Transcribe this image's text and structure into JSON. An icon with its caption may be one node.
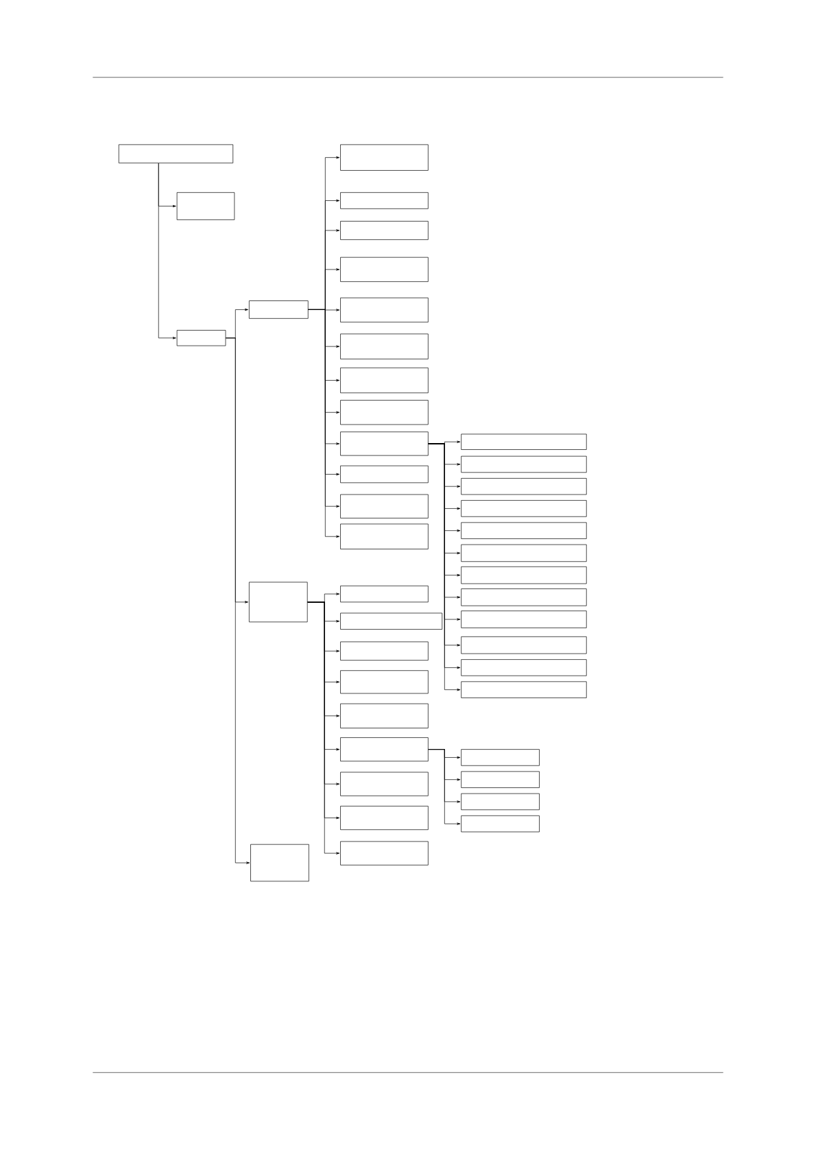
{
  "diagram": {
    "nodes": [
      {
        "text": [],
        "shape": "box"
      },
      {
        "text": [],
        "shape": "box"
      },
      {
        "text": [],
        "shape": "box"
      },
      {
        "text": [],
        "shape": "box"
      },
      {
        "text": [],
        "shape": "box"
      },
      {
        "text": [],
        "shape": "box"
      },
      {
        "text": [],
        "shape": "box"
      },
      {
        "text": [],
        "shape": "box"
      },
      {
        "text": [],
        "shape": "box"
      },
      {
        "text": [],
        "shape": "box"
      },
      {
        "text": [],
        "shape": "box"
      },
      {
        "text": [],
        "shape": "box"
      },
      {
        "text": [],
        "shape": "box"
      },
      {
        "text": [],
        "shape": "box"
      },
      {
        "text": [],
        "shape": "box"
      },
      {
        "text": [],
        "shape": "box"
      },
      {
        "text": [],
        "shape": "box"
      },
      {
        "text": [],
        "shape": "box"
      },
      {
        "text": [],
        "shape": "box"
      },
      {
        "text": [],
        "shape": "box"
      },
      {
        "text": [],
        "shape": "box"
      },
      {
        "text": [],
        "shape": "box"
      },
      {
        "text": [],
        "shape": "box"
      },
      {
        "text": [],
        "shape": "box"
      },
      {
        "text": [],
        "shape": "box"
      },
      {
        "text": [],
        "shape": "box"
      },
      {
        "text": [],
        "shape": "box"
      },
      {
        "text": [],
        "shape": "box"
      },
      {
        "text": [],
        "shape": "box"
      },
      {
        "text": [],
        "shape": "box"
      },
      {
        "text": [],
        "shape": "box"
      },
      {
        "text": [],
        "shape": "box"
      },
      {
        "text": [],
        "shape": "box"
      },
      {
        "text": [],
        "shape": "box"
      },
      {
        "text": [],
        "shape": "box"
      },
      {
        "text": [],
        "shape": "box"
      },
      {
        "text": [],
        "shape": "box"
      },
      {
        "text": [],
        "shape": "box"
      },
      {
        "text": [],
        "shape": "box"
      },
      {
        "text": [],
        "shape": "box"
      },
      {
        "text": [],
        "shape": "box"
      },
      {
        "text": [],
        "shape": "box"
      },
      {
        "text": [],
        "shape": "box"
      }
    ],
    "edges": [
      {
        "from": 0,
        "to": 1,
        "arrow": "to"
      },
      {
        "from": 0,
        "to": 2,
        "arrow": "to"
      },
      {
        "from": 2,
        "to": 3,
        "arrow": "to"
      },
      {
        "from": 2,
        "to": 28,
        "arrow": "to"
      },
      {
        "from": 2,
        "to": 42,
        "arrow": "to"
      },
      {
        "from": 3,
        "to": 4,
        "arrow": "to"
      },
      {
        "from": 3,
        "to": 5,
        "arrow": "to"
      },
      {
        "from": 3,
        "to": 6,
        "arrow": "to"
      },
      {
        "from": 3,
        "to": 7,
        "arrow": "to"
      },
      {
        "from": 3,
        "to": 8,
        "arrow": "to"
      },
      {
        "from": 3,
        "to": 9,
        "arrow": "to"
      },
      {
        "from": 3,
        "to": 10,
        "arrow": "to"
      },
      {
        "from": 3,
        "to": 11,
        "arrow": "to"
      },
      {
        "from": 3,
        "to": 12,
        "arrow": "to"
      },
      {
        "from": 3,
        "to": 13,
        "arrow": "to"
      },
      {
        "from": 3,
        "to": 14,
        "arrow": "to"
      },
      {
        "from": 3,
        "to": 15,
        "arrow": "to"
      },
      {
        "from": 12,
        "to": 16,
        "arrow": "to"
      },
      {
        "from": 12,
        "to": 17,
        "arrow": "to"
      },
      {
        "from": 12,
        "to": 18,
        "arrow": "to"
      },
      {
        "from": 12,
        "to": 19,
        "arrow": "to"
      },
      {
        "from": 12,
        "to": 20,
        "arrow": "to"
      },
      {
        "from": 12,
        "to": 21,
        "arrow": "to"
      },
      {
        "from": 12,
        "to": 22,
        "arrow": "to"
      },
      {
        "from": 12,
        "to": 23,
        "arrow": "to"
      },
      {
        "from": 12,
        "to": 24,
        "arrow": "to"
      },
      {
        "from": 12,
        "to": 25,
        "arrow": "to"
      },
      {
        "from": 12,
        "to": 26,
        "arrow": "to"
      },
      {
        "from": 12,
        "to": 27,
        "arrow": "to"
      },
      {
        "from": 28,
        "to": 29,
        "arrow": "to"
      },
      {
        "from": 28,
        "to": 30,
        "arrow": "to"
      },
      {
        "from": 28,
        "to": 31,
        "arrow": "to"
      },
      {
        "from": 28,
        "to": 32,
        "arrow": "to"
      },
      {
        "from": 28,
        "to": 33,
        "arrow": "to"
      },
      {
        "from": 28,
        "to": 34,
        "arrow": "to"
      },
      {
        "from": 28,
        "to": 35,
        "arrow": "to"
      },
      {
        "from": 28,
        "to": 36,
        "arrow": "to"
      },
      {
        "from": 28,
        "to": 37,
        "arrow": "to"
      },
      {
        "from": 34,
        "to": 38,
        "arrow": "to"
      },
      {
        "from": 34,
        "to": 39,
        "arrow": "to"
      },
      {
        "from": 34,
        "to": 40,
        "arrow": "to"
      },
      {
        "from": 34,
        "to": 41,
        "arrow": "to"
      }
    ]
  }
}
